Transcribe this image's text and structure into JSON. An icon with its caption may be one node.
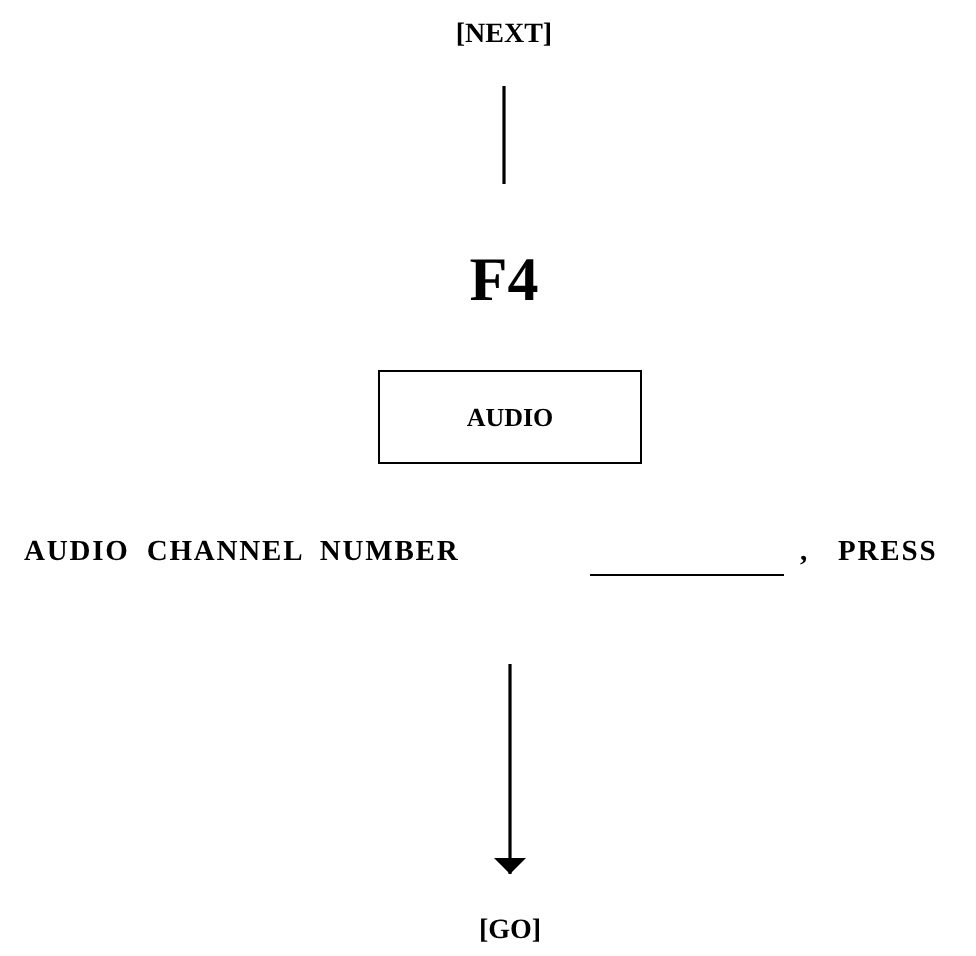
{
  "diagram": {
    "nodes": [
      {
        "text": [
          "[NEXT]"
        ]
      },
      {
        "text": [
          "F4"
        ]
      },
      {
        "text": [
          "AUDIO"
        ]
      },
      {
        "text": [
          "AUDIO CHANNEL NUMBER",
          ", PRESS"
        ]
      },
      {
        "text": [
          "[GO]"
        ]
      }
    ],
    "edges": [
      {
        "from": 0,
        "to": 1,
        "arrow": "none"
      },
      {
        "from": 3,
        "to": 4,
        "arrow": "to"
      }
    ]
  }
}
